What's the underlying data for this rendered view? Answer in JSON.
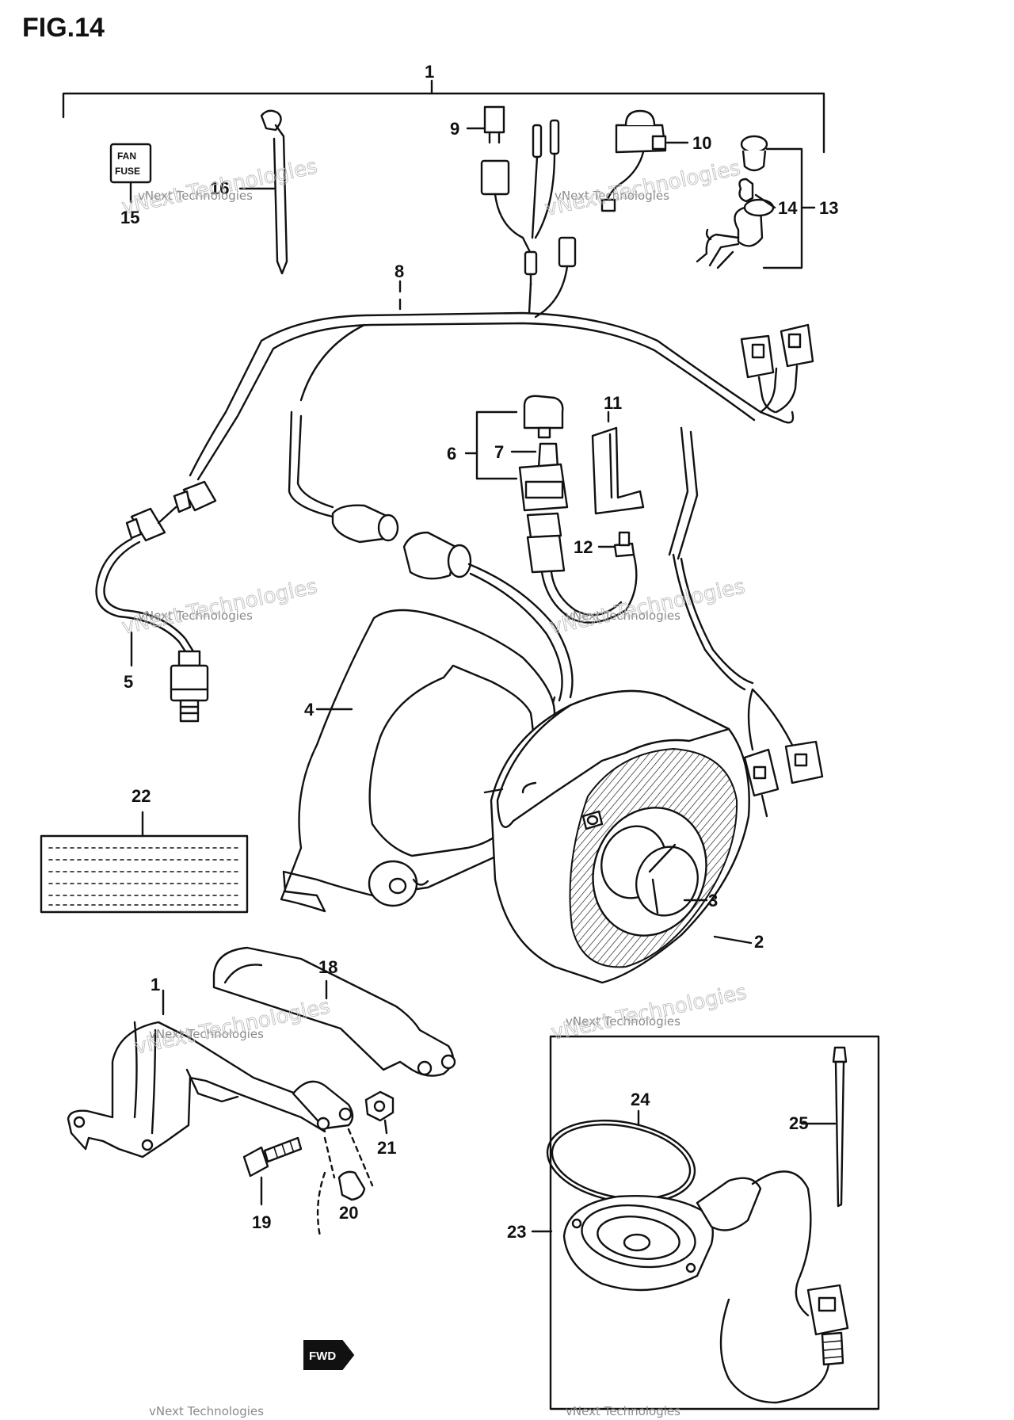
{
  "figure": {
    "title": "FIG.14"
  },
  "fuse_tag": {
    "line1": "FAN",
    "line2": "FUSE"
  },
  "fwd_mark": "FWD",
  "labels": {
    "p1": "1",
    "p1b": "1",
    "p2": "2",
    "p3": "3",
    "p4": "4",
    "p5": "5",
    "p6": "6",
    "p7": "7",
    "p8": "8",
    "p9": "9",
    "p10": "10",
    "p11": "11",
    "p12": "12",
    "p13": "13",
    "p14": "14",
    "p15": "15",
    "p16": "16",
    "p18": "18",
    "p19": "19",
    "p20": "20",
    "p21": "21",
    "p22": "22",
    "p23": "23",
    "p24": "24",
    "p25": "25"
  },
  "watermark": {
    "small": "vNext Technologies",
    "large": "vNext Technologies"
  }
}
